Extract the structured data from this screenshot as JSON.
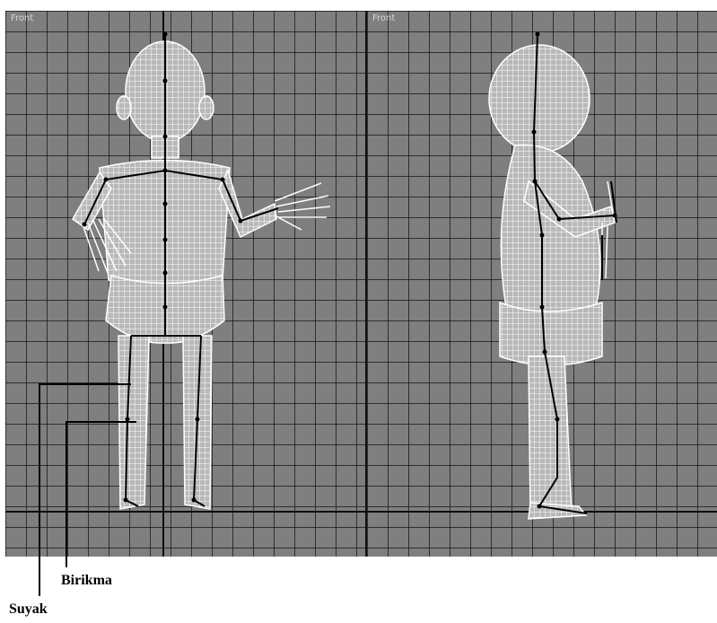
{
  "viewports": {
    "left_label": "Front",
    "right_label": "Front"
  },
  "callouts": {
    "birikma": "Birikma",
    "suyak": "Suyak"
  },
  "colors": {
    "viewport_bg": "#7f7f7f",
    "grid_line": "#141414",
    "wireframe": "#ffffff",
    "bone": "#000000"
  }
}
